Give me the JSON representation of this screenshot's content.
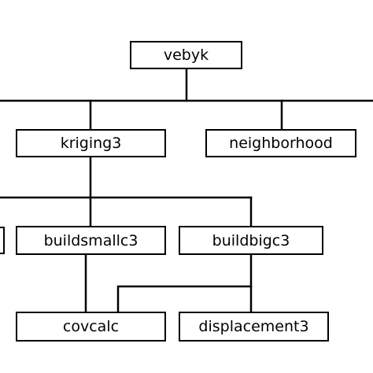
{
  "nodes": {
    "vebyk": "vebyk",
    "kriging3": "kriging3",
    "neighborhood": "neighborhood",
    "buildsmallc3": "buildsmallc3",
    "buildbigc3": "buildbigc3",
    "covcalc": "covcalc",
    "displacement3": "displacement3"
  },
  "colors": {
    "line": "#000000",
    "box_border": "#000000",
    "background": "#ffffff"
  }
}
